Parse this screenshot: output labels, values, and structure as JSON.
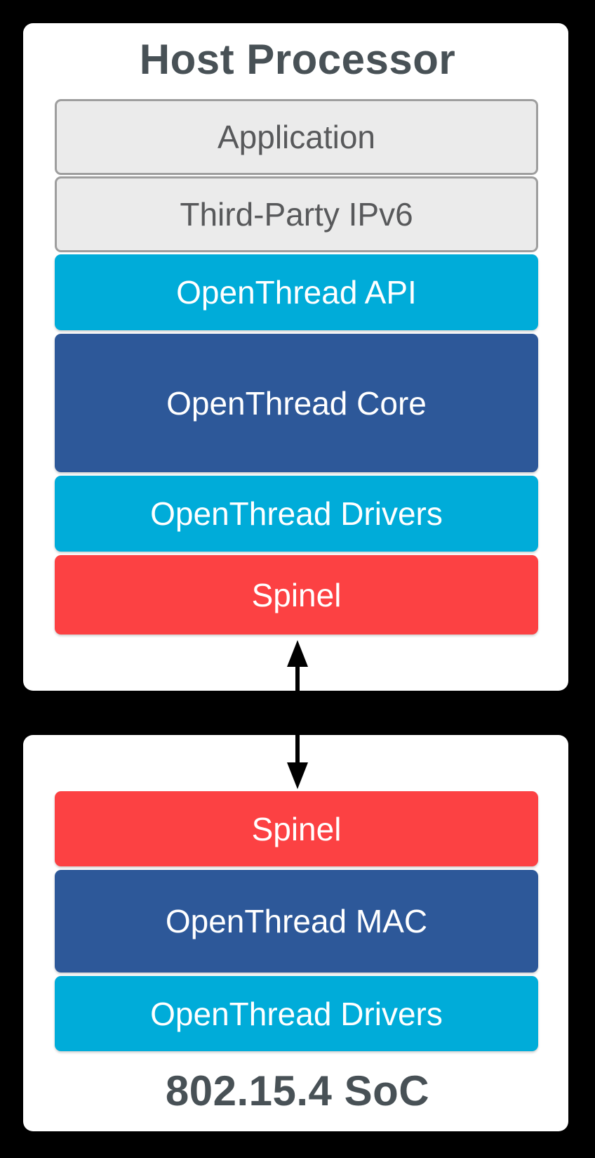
{
  "host_box": {
    "title": "Host Processor",
    "layers": [
      {
        "label": "Application"
      },
      {
        "label": "Third-Party IPv6"
      },
      {
        "label": "OpenThread API"
      },
      {
        "label": "OpenThread Core"
      },
      {
        "label": "OpenThread Drivers"
      },
      {
        "label": "Spinel"
      }
    ]
  },
  "soc_box": {
    "title": "802.15.4 SoC",
    "layers": [
      {
        "label": "Spinel"
      },
      {
        "label": "OpenThread MAC"
      },
      {
        "label": "OpenThread Drivers"
      }
    ]
  },
  "connector": {
    "icon": "bidirectional-vertical-arrow"
  },
  "colors": {
    "background": "#000000",
    "panel": "#ffffff",
    "gray_layer": "#ebebeb",
    "gray_border": "#9e9e9e",
    "cyan_layer": "#00acd9",
    "blue_layer": "#2d5899",
    "red_layer": "#fc4143",
    "title_text": "#485156",
    "gray_text": "#58595b",
    "layer_text": "#ffffff",
    "arrow": "#000000"
  }
}
